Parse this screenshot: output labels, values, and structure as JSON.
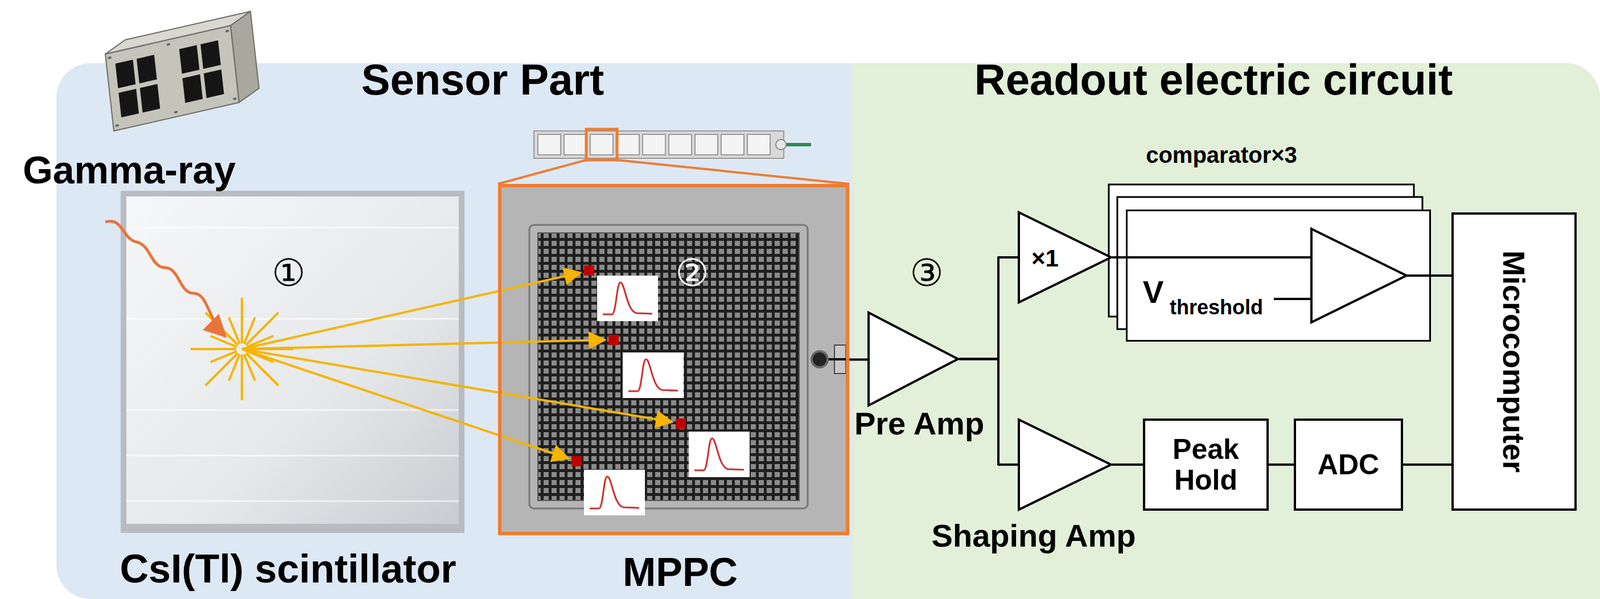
{
  "diagram": {
    "nodes": [
      {
        "text": [
          "Sensor Part"
        ]
      },
      {
        "text": [
          "Readout electric circuit"
        ]
      },
      {
        "text": [
          "CsI(Tl) scintillator"
        ],
        "in": 0
      },
      {
        "text": [
          "MPPC"
        ],
        "in": 0
      },
      {
        "text": [
          "Pre Amp"
        ],
        "in": 1
      },
      {
        "text": [
          "×1"
        ],
        "in": 1
      },
      {
        "text": [
          "comparator×3",
          "V",
          "threshold"
        ],
        "in": 1
      },
      {
        "text": [
          "Microcomputer"
        ],
        "in": 1
      },
      {
        "text": [
          "Shaping Amp"
        ],
        "in": 1
      },
      {
        "text": [
          "Peak Hold"
        ],
        "in": 1
      },
      {
        "text": [
          "ADC"
        ],
        "in": 1
      }
    ],
    "edges": [
      {
        "from": 3,
        "to": 4,
        "arrow": "none"
      },
      {
        "from": 4,
        "to": 5,
        "arrow": "none"
      },
      {
        "from": 5,
        "to": 6,
        "arrow": "none"
      },
      {
        "from": 6,
        "to": 7,
        "arrow": "none"
      },
      {
        "from": 4,
        "to": 8,
        "arrow": "none"
      },
      {
        "from": 8,
        "to": 9,
        "arrow": "none"
      },
      {
        "from": 9,
        "to": 10,
        "arrow": "none"
      },
      {
        "from": 10,
        "to": 7,
        "arrow": "none"
      }
    ],
    "labels": [
      "Gamma-ray",
      "①",
      "②",
      "③"
    ]
  }
}
